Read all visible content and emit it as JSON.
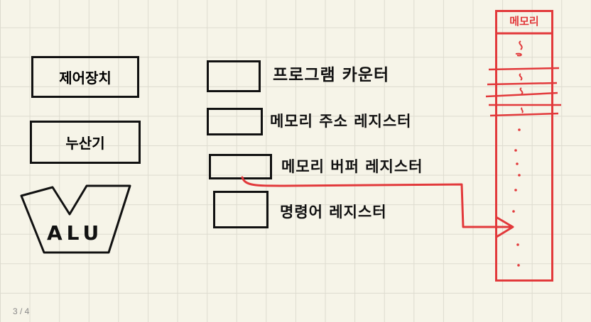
{
  "cpu": {
    "control_unit": "제어장치",
    "arithmetic_unit": "누산기",
    "alu": "ALU"
  },
  "registers": [
    {
      "label": "프로그램 카운터"
    },
    {
      "label": "메모리 주소 레지스터"
    },
    {
      "label": "메모리 버퍼 레지스터"
    },
    {
      "label": "명령어 레지스터"
    }
  ],
  "memory": {
    "title": "메모리",
    "color": "#e2393b"
  },
  "page_indicator": "3 / 4",
  "colors": {
    "ink": "#111111",
    "accent": "#e2393b",
    "background": "#f6f4e8"
  }
}
